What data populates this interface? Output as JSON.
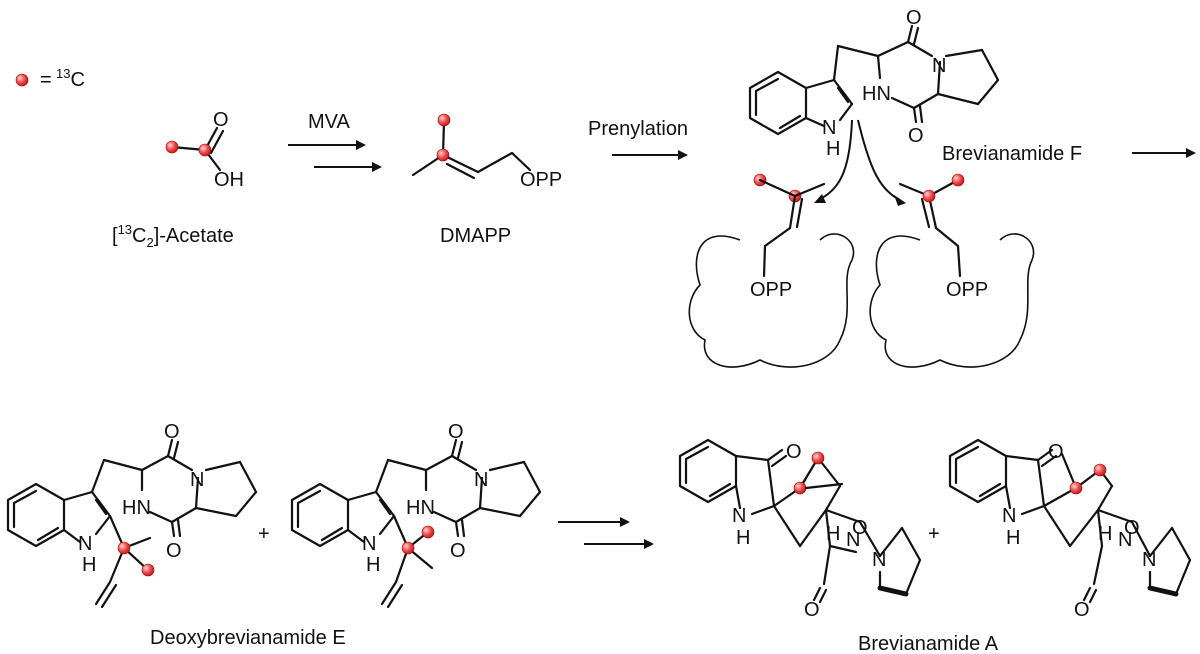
{
  "legend": {
    "marker_color": "#f05050",
    "equals": "=",
    "isotope_mass": "13",
    "element": "C"
  },
  "compounds": {
    "acetate": {
      "label_prefix": "[",
      "iso_mass": "13",
      "sub_text": "C",
      "sub_n": "2",
      "label_suffix": "]-Acetate",
      "atom_O": "O",
      "atom_OH": "OH"
    },
    "dmapp": {
      "label": "DMAPP",
      "group": "OPP"
    },
    "brevianamide_f": {
      "label": "Brevianamide F",
      "atom_O": "O",
      "atom_N": "N",
      "atom_HN": "HN",
      "atom_NH_N": "N",
      "atom_NH_H": "H"
    },
    "deoxybrevianamide_e": {
      "label": "Deoxybrevianamide E",
      "atom_O": "O",
      "atom_N": "N",
      "atom_HN": "HN",
      "atom_NH_N": "N",
      "atom_NH_H": "H"
    },
    "brevianamide_a": {
      "label": "Brevianamide A",
      "atom_O": "O",
      "atom_N": "N",
      "atom_NH_N": "N",
      "atom_NH_H": "H"
    }
  },
  "arrows": {
    "mva": "MVA",
    "prenylation": "Prenylation"
  },
  "plus": "+",
  "enzyme_group": "OPP"
}
